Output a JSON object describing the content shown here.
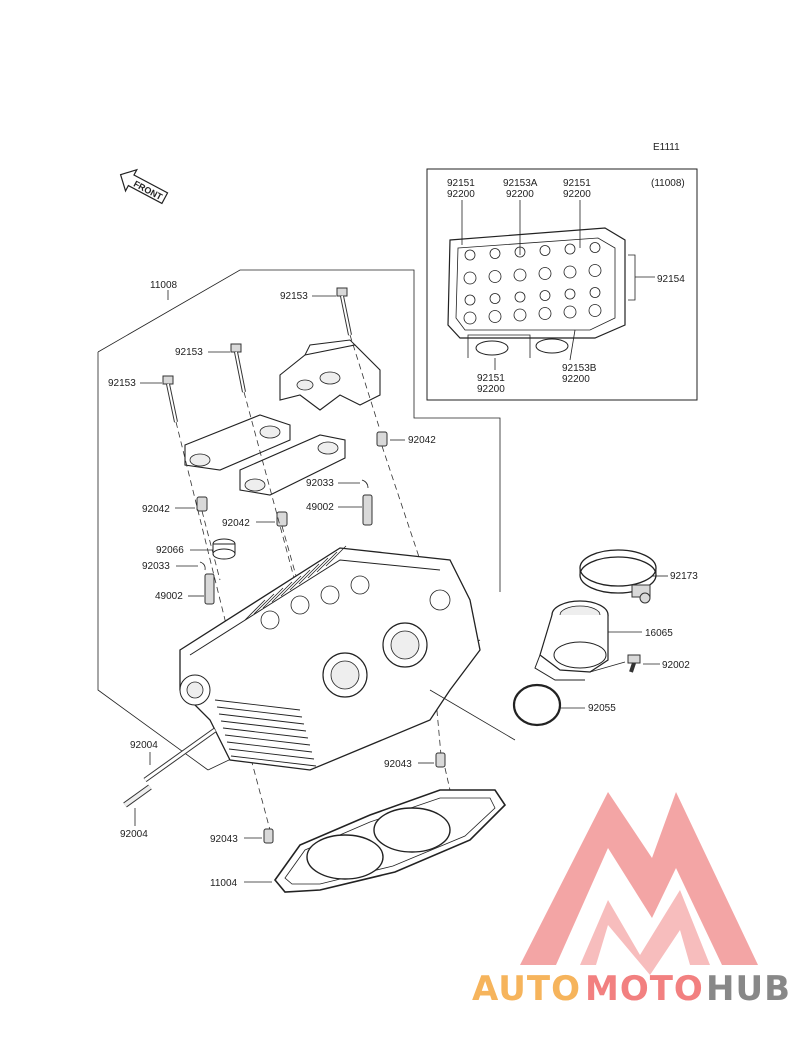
{
  "diagram": {
    "code": "E1111",
    "front_label": "FRONT",
    "inset": {
      "title": "(11008)",
      "labels": {
        "top_left_a": "92151",
        "top_left_b": "92200",
        "top_mid_a": "92153A",
        "top_mid_b": "92200",
        "top_right_a": "92151",
        "top_right_b": "92200",
        "right": "92154",
        "bottom_left_a": "92151",
        "bottom_left_b": "92200",
        "bottom_right_a": "92153B",
        "bottom_right_b": "92200"
      }
    },
    "labels": {
      "cylinder_head": "11008",
      "bolt_top": "92153",
      "bolt_mid": "92153",
      "bolt_left": "92153",
      "dowel_right": "92042",
      "dowel_left": "92042",
      "dowel_center": "92042",
      "clip_right": "92033",
      "guide_right": "49002",
      "seal": "92066",
      "clip_left": "92033",
      "guide_left": "49002",
      "clamp": "92173",
      "holder": "16065",
      "screw": "92002",
      "oring": "92055",
      "stud_upper": "92004",
      "stud_lower": "92004",
      "dowel_gasket_right": "92043",
      "dowel_gasket_left": "92043",
      "gasket": "11004"
    }
  },
  "watermark": {
    "part1": "AUTO",
    "part2": "MOTO",
    "part3": "HUB",
    "colors": {
      "auto": "#f6b45c",
      "moto": "#f28080",
      "hub": "#888888",
      "triangle": "#f08a8a"
    }
  }
}
